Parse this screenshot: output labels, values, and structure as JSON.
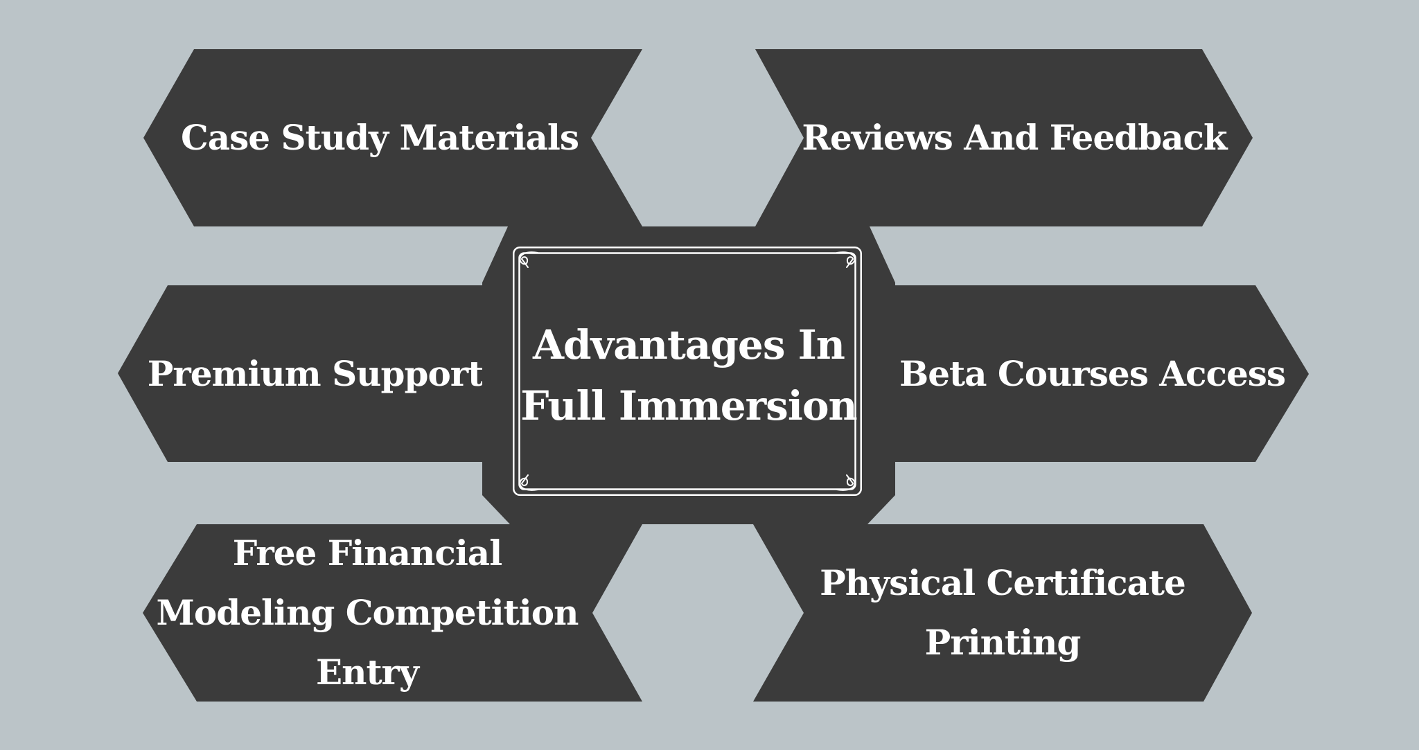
{
  "colors": {
    "background": "#bbc4c8",
    "shape": "#3b3b3b",
    "text": "#ffffff",
    "frame": "#ffffff"
  },
  "center": {
    "lines": [
      "Advantages In",
      "Full Immersion"
    ]
  },
  "banners": [
    {
      "id": "case-study-materials",
      "direction": "left",
      "lines": [
        "Case Study Materials"
      ]
    },
    {
      "id": "reviews-and-feedback",
      "direction": "right",
      "lines": [
        "Reviews And Feedback"
      ]
    },
    {
      "id": "premium-support",
      "direction": "left",
      "lines": [
        "Premium Support"
      ]
    },
    {
      "id": "beta-courses-access",
      "direction": "right",
      "lines": [
        "Beta Courses Access"
      ]
    },
    {
      "id": "free-financial-modeling-competition-entry",
      "direction": "left",
      "lines": [
        "Free Financial",
        "Modeling Competition",
        "Entry"
      ]
    },
    {
      "id": "physical-certificate-printing",
      "direction": "right",
      "lines": [
        "Physical Certificate",
        "Printing"
      ]
    }
  ]
}
